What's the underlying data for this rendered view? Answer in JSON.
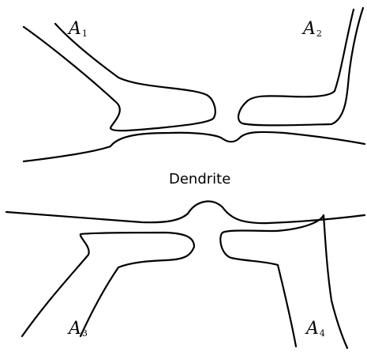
{
  "labels": {
    "a1": {
      "letter": "A",
      "sub": "1"
    },
    "a2": {
      "letter": "A",
      "sub": "2"
    },
    "a3": {
      "letter": "A",
      "sub": "3"
    },
    "a4": {
      "letter": "A",
      "sub": "4"
    },
    "dendrite": "Dendrite"
  }
}
